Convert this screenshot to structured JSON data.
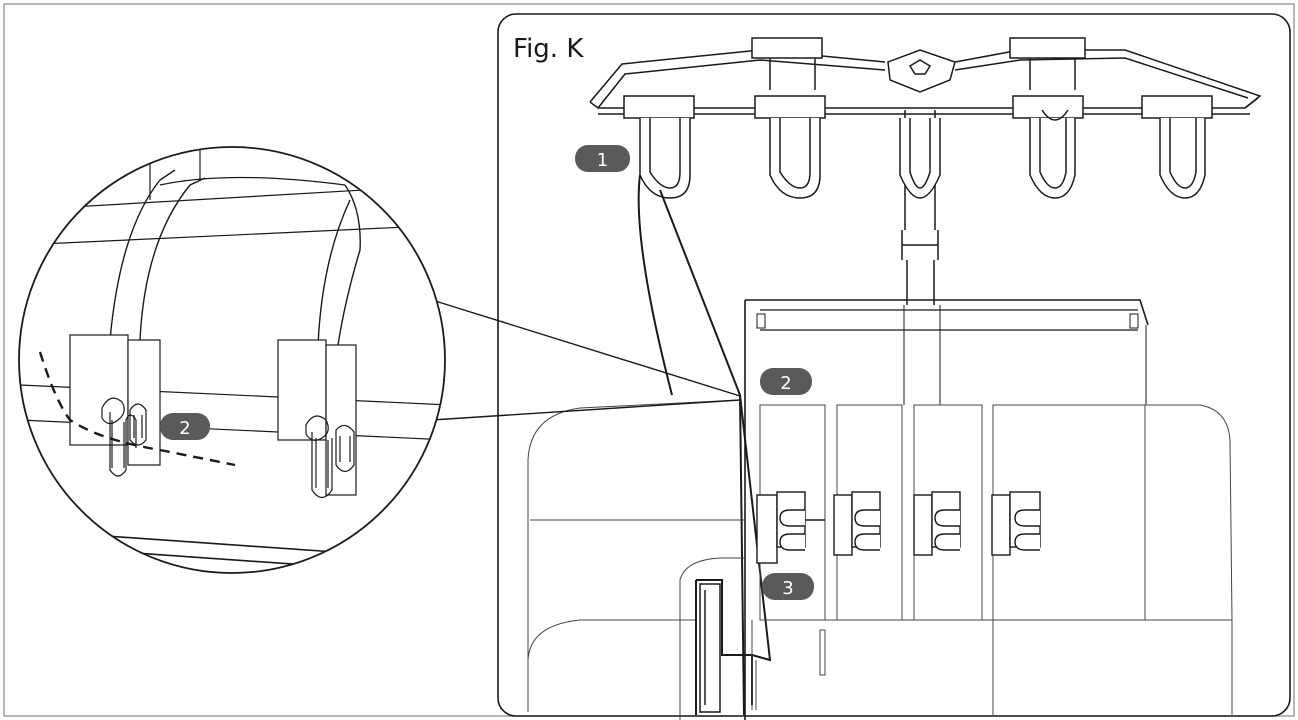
{
  "figure": {
    "title": "Fig. K",
    "callouts": [
      {
        "id": "step-1",
        "label": "1"
      },
      {
        "id": "step-2-main",
        "label": "2"
      },
      {
        "id": "step-2-zoom",
        "label": "2"
      },
      {
        "id": "step-3",
        "label": "3"
      }
    ]
  },
  "colors": {
    "line": "#1a1a1a",
    "thin_line": "#444444",
    "badge_fill": "#5a5a5a",
    "badge_text": "#ffffff",
    "background": "#ffffff"
  }
}
